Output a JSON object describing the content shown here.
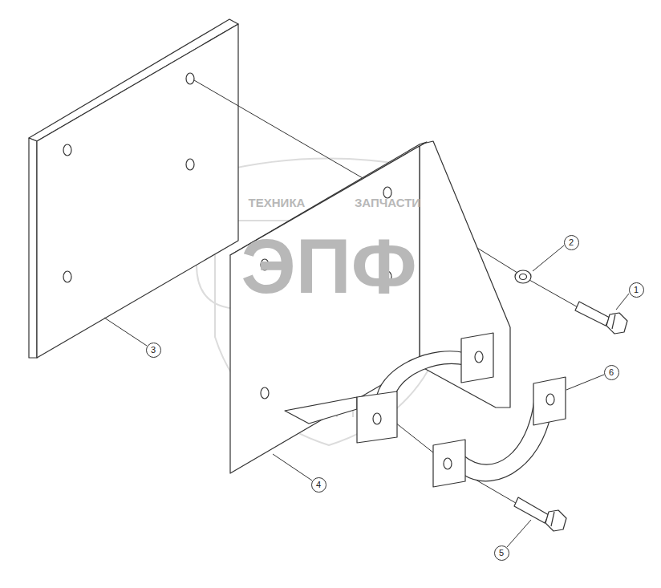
{
  "diagram": {
    "nodes": [
      {
        "text": [
          "1"
        ]
      },
      {
        "text": [
          "2"
        ]
      },
      {
        "text": [
          "3"
        ]
      },
      {
        "text": [
          "4"
        ]
      },
      {
        "text": [
          "5"
        ]
      },
      {
        "text": [
          "6"
        ]
      }
    ],
    "labels": [
      "ТЕХНИКА",
      "ЗАПЧАСТИ",
      "ЭПФ"
    ]
  }
}
